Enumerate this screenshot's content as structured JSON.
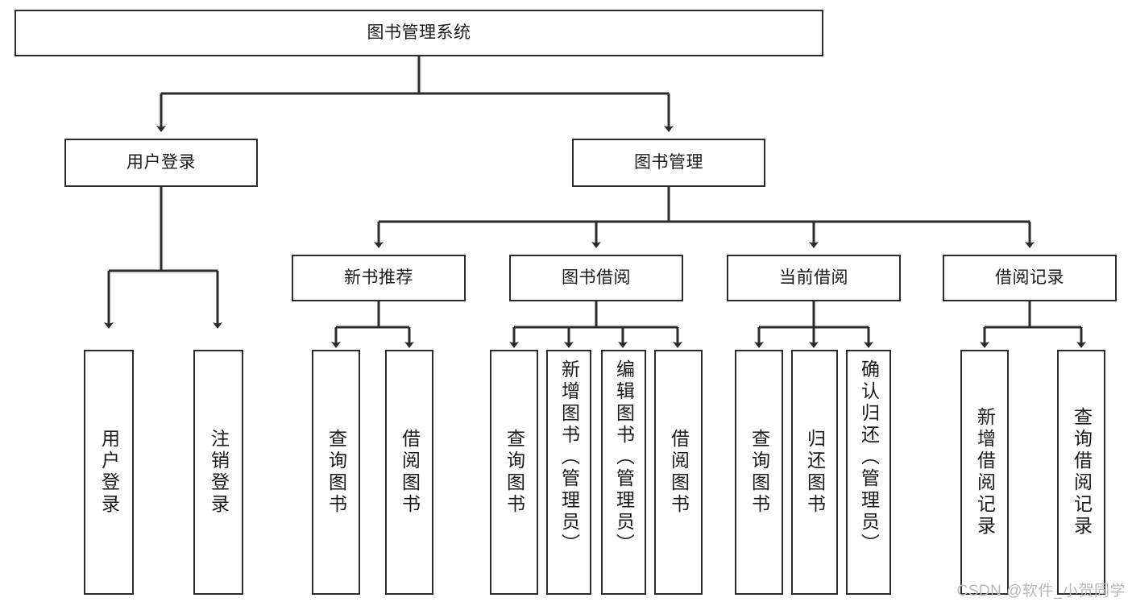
{
  "diagram": {
    "title": "图书管理系统",
    "type": "tree-hierarchy-diagram",
    "root": {
      "label": "图书管理系统"
    },
    "level2": {
      "user_login": {
        "label": "用户登录"
      },
      "book_manage": {
        "label": "图书管理"
      }
    },
    "level3": {
      "new_book_recommend": {
        "label": "新书推荐"
      },
      "book_borrow": {
        "label": "图书借阅"
      },
      "current_borrow": {
        "label": "当前借阅"
      },
      "borrow_record": {
        "label": "借阅记录"
      }
    },
    "leaves": {
      "user_login_children": [
        {
          "label": "用户登录"
        },
        {
          "label": "注销登录"
        }
      ],
      "new_book_recommend_children": [
        {
          "label": "查询图书"
        },
        {
          "label": "借阅图书"
        }
      ],
      "book_borrow_children": [
        {
          "label": "查询图书"
        },
        {
          "label": "新增图书（管理员）"
        },
        {
          "label": "编辑图书（管理员）"
        },
        {
          "label": "借阅图书"
        }
      ],
      "current_borrow_children": [
        {
          "label": "查询图书"
        },
        {
          "label": "归还图书"
        },
        {
          "label": "确认归还（管理员）"
        }
      ],
      "borrow_record_children": [
        {
          "label": "新增借阅记录"
        },
        {
          "label": "查询借阅记录"
        }
      ]
    },
    "watermark": "CSDN @软件_小贺同学",
    "colors": {
      "stroke": "#2b2b2b",
      "fill": "#ffffff",
      "text": "#1a1a1a",
      "watermark": "#b9b9b9"
    }
  }
}
